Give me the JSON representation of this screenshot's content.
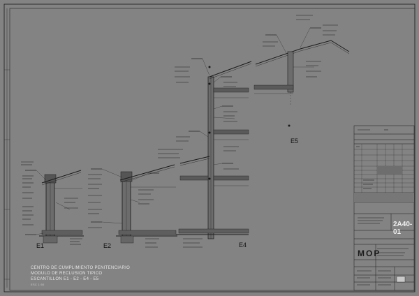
{
  "drawing": {
    "title_lines": [
      "CENTRO DE CUMPLIMIENTO PENITENCIARIO",
      "MODULO DE RECLUSION TIPICO",
      "ESCANTILLON E1 - E2 - E4 - E5"
    ],
    "scale_note": "ESC 1:50",
    "section_labels": [
      "E1",
      "E2",
      "E4",
      "E5"
    ],
    "sheet_number": "2A40-01",
    "logo_text": "MOP"
  },
  "colors": {
    "background": "#838383",
    "linework": "#1a1a1a",
    "light_line": "#e8e8e8"
  }
}
